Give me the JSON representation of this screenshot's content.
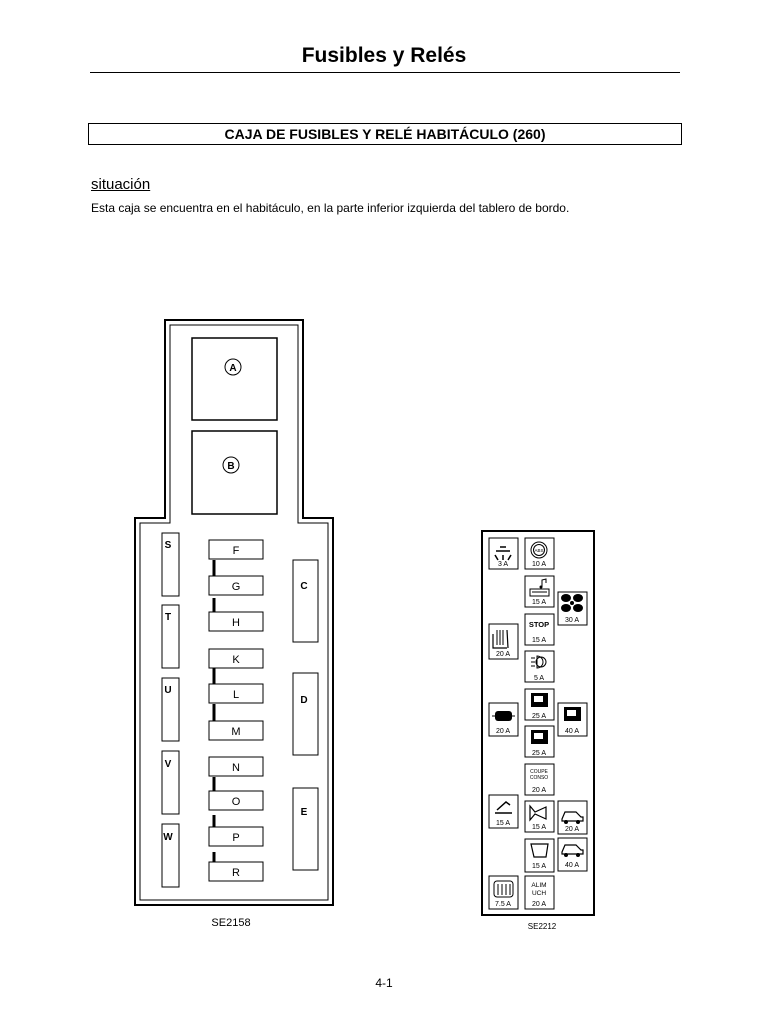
{
  "header": {
    "title": "Fusibles y Relés"
  },
  "section_box": {
    "title": "CAJA DE FUSIBLES Y RELÉ HABITÁCULO (260)"
  },
  "location": {
    "heading": "situación",
    "text": "Esta caja se encuentra en el habitáculo, en la parte inferior izquierda del tablero de bordo."
  },
  "left_diagram": {
    "caption": "SE2158",
    "relays": [
      "A",
      "B"
    ],
    "left_column": [
      "S",
      "T",
      "U",
      "V",
      "W"
    ],
    "center_column": [
      "F",
      "G",
      "H",
      "K",
      "L",
      "M",
      "N",
      "O",
      "P",
      "R"
    ],
    "right_column": [
      "C",
      "D",
      "E"
    ]
  },
  "right_diagram": {
    "caption": "SE2212",
    "fuses": [
      {
        "icon": "interior-light-icon",
        "amp": "3 A"
      },
      {
        "icon": "abs-icon",
        "sub": "ABS",
        "amp": "10 A"
      },
      {
        "icon": "radio-icon",
        "amp": "15 A"
      },
      {
        "icon": "fan-icon",
        "amp": "30 A"
      },
      {
        "icon": "stop-label",
        "sub": "STOP",
        "amp": "15 A"
      },
      {
        "icon": "heated-seat-icon",
        "amp": "20 A"
      },
      {
        "icon": "fog-light-icon",
        "amp": "5 A"
      },
      {
        "icon": "window-icon",
        "amp": "25 A"
      },
      {
        "icon": "window-icon",
        "amp": "25 A"
      },
      {
        "icon": "rear-window-icon",
        "amp": "20 A"
      },
      {
        "icon": "window-icon",
        "amp": "40 A"
      },
      {
        "icon": "coupe-conso-label",
        "sub": "COUPE CONSO",
        "amp": "20 A"
      },
      {
        "icon": "wiper-icon",
        "amp": "15 A"
      },
      {
        "icon": "horn-icon",
        "amp": "15 A"
      },
      {
        "icon": "car-icon",
        "amp": "20 A"
      },
      {
        "icon": "car-icon",
        "amp": "40 A"
      },
      {
        "icon": "mirror-icon",
        "amp": "15 A"
      },
      {
        "icon": "heated-rear-icon",
        "amp": "7.5 A"
      },
      {
        "icon": "alim-uch-label",
        "sub": "ALIM UCH",
        "amp": "20 A"
      }
    ]
  },
  "footer": {
    "page_number": "4-1"
  }
}
